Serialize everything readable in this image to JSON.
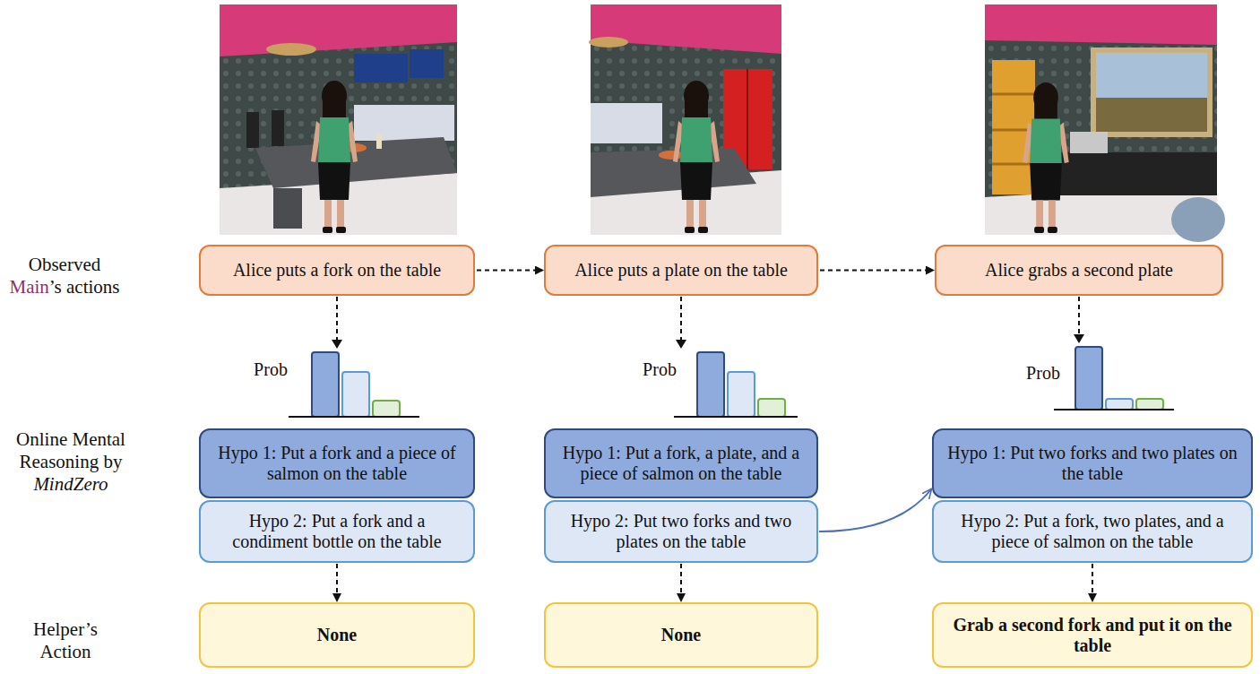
{
  "diagram": {
    "nodes": [
      {
        "text": [
          "Alice puts a fork on the table"
        ]
      },
      {
        "text": [
          "Alice puts a plate on the table"
        ]
      },
      {
        "text": [
          "Alice grabs a second plate"
        ]
      },
      {
        "text": [
          "Hypo 1: Put a fork and a piece of salmon on the table"
        ]
      },
      {
        "text": [
          "Hypo 2: Put a fork and a condiment bottle on the table"
        ]
      },
      {
        "text": [
          "Hypo 1: Put a fork, a plate, and a piece of salmon on the table"
        ]
      },
      {
        "text": [
          "Hypo 2: Put two forks and two plates on the table"
        ]
      },
      {
        "text": [
          "Hypo 1: Put two forks and two plates on the table"
        ]
      },
      {
        "text": [
          "Hypo 2: Put a fork, two plates, and a piece of salmon on the table"
        ]
      },
      {
        "text": [
          "None"
        ]
      },
      {
        "text": [
          "None"
        ]
      },
      {
        "text": [
          "Grab a second fork and put it on the table"
        ]
      }
    ],
    "edges": [
      {
        "from": 0,
        "to": 1,
        "arrow": "to"
      },
      {
        "from": 1,
        "to": 2,
        "arrow": "to"
      },
      {
        "from": 4,
        "to": 9,
        "arrow": "to"
      },
      {
        "from": 6,
        "to": 10,
        "arrow": "to"
      },
      {
        "from": 8,
        "to": 11,
        "arrow": "to"
      },
      {
        "from": 6,
        "to": 7,
        "arrow": "to"
      }
    ],
    "labels": [
      "Observed Main’s actions",
      "Online Mental Reasoning by MindZero",
      "Helper’s Action",
      "Prob",
      "Prob",
      "Prob"
    ]
  }
}
